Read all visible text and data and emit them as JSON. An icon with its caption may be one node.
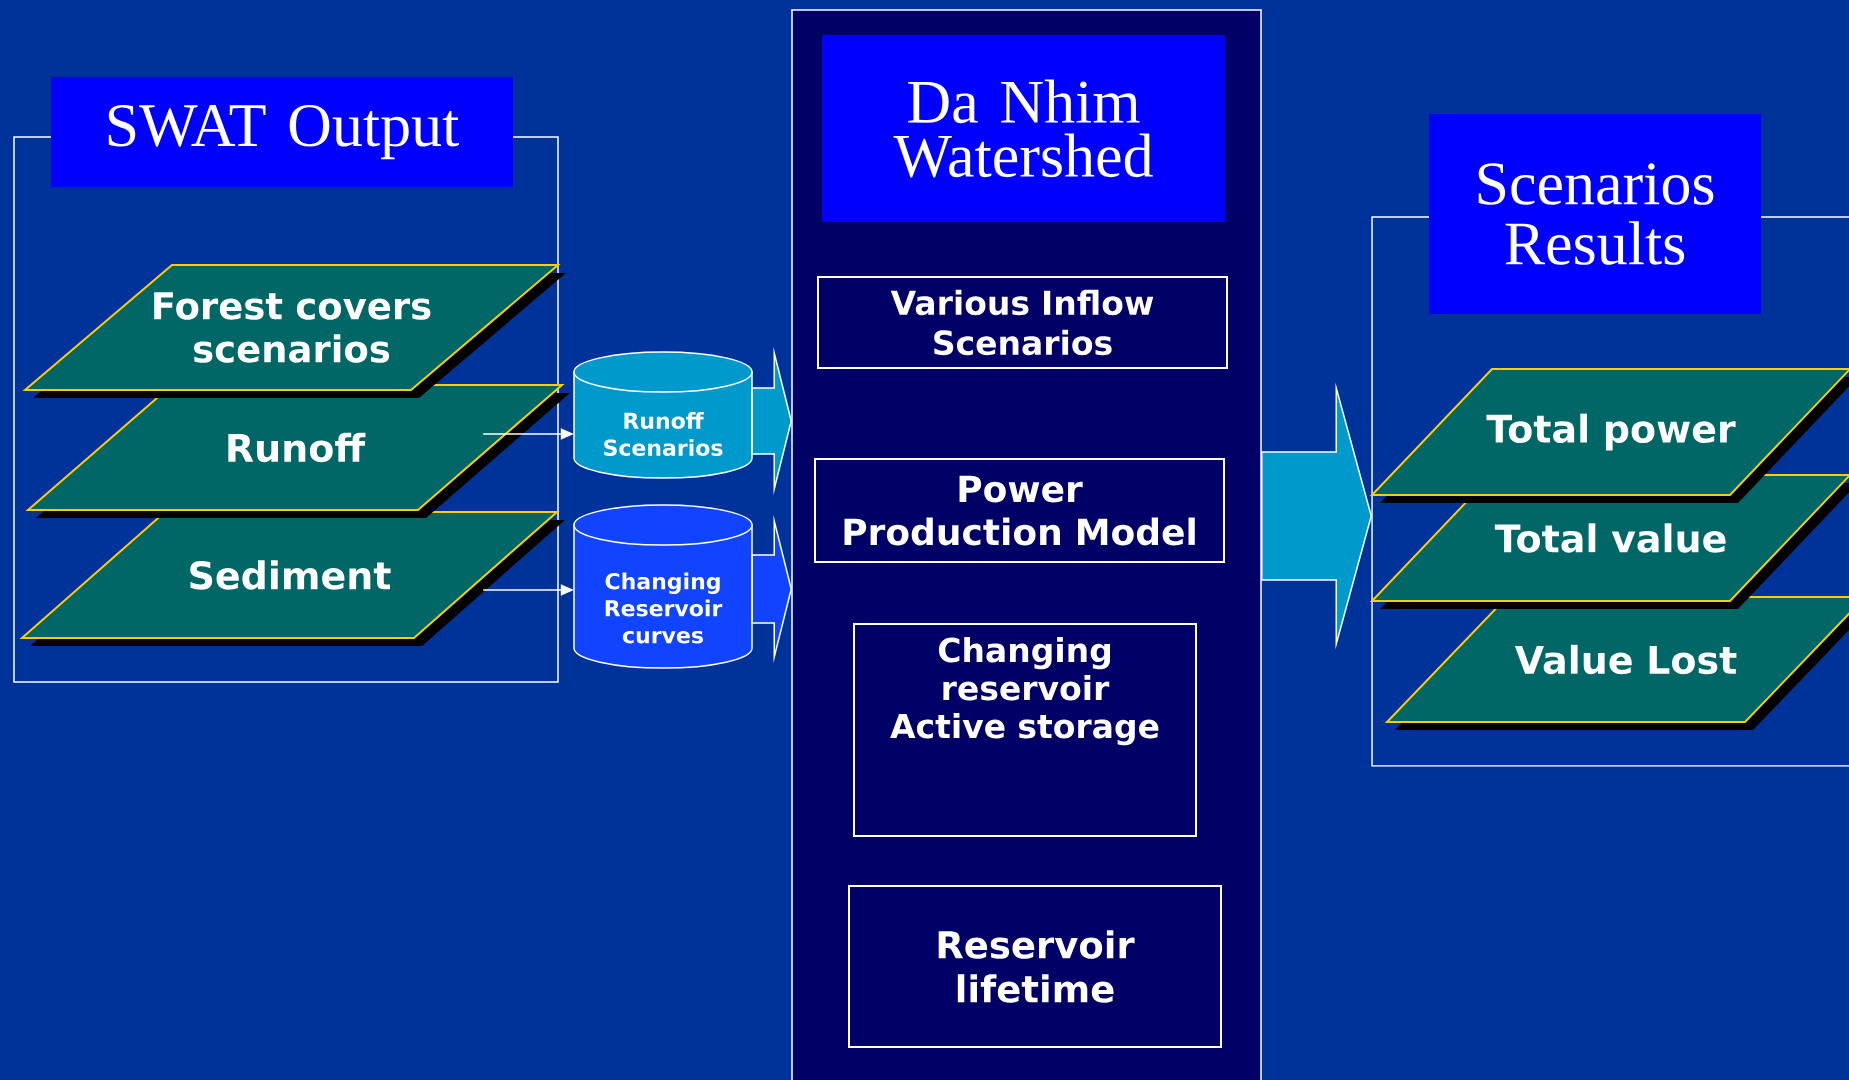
{
  "diagram": {
    "nodes": [
      {
        "text": [
          "SWAT Output"
        ]
      },
      {
        "text": [
          "Forest covers scenarios"
        ],
        "in": 0
      },
      {
        "text": [
          "Runoff"
        ],
        "in": 0
      },
      {
        "text": [
          "Sediment"
        ],
        "in": 0
      },
      {
        "text": [
          "Runoff Scenarios"
        ]
      },
      {
        "text": [
          "Changing Reservoir curves"
        ]
      },
      {
        "text": [
          "Da Nhim Watershed"
        ]
      },
      {
        "text": [
          "Various Inflow Scenarios"
        ],
        "in": 6
      },
      {
        "text": [
          "Power Production Model"
        ],
        "in": 6
      },
      {
        "text": [
          "Changing reservoir Active storage"
        ],
        "in": 6
      },
      {
        "text": [
          "Reservoir lifetime"
        ],
        "in": 6
      },
      {
        "text": [
          "Scenarios Results"
        ]
      },
      {
        "text": [
          "Total power"
        ],
        "in": 11
      },
      {
        "text": [
          "Total value"
        ],
        "in": 11
      },
      {
        "text": [
          "Value Lost"
        ],
        "in": 11
      }
    ],
    "edges": [
      {
        "from": 2,
        "to": 4,
        "arrow": "to",
        "color": "#ffffff"
      },
      {
        "from": 3,
        "to": 5,
        "arrow": "to",
        "color": "#ffffff"
      },
      {
        "from": 4,
        "to": 6,
        "arrow": "to",
        "style": "thick",
        "color": "#0099cc"
      },
      {
        "from": 5,
        "to": 6,
        "arrow": "to",
        "style": "thick",
        "color": "#1144ff"
      },
      {
        "from": 6,
        "to": 11,
        "arrow": "to",
        "style": "thick",
        "color": "#0099cc"
      }
    ]
  }
}
